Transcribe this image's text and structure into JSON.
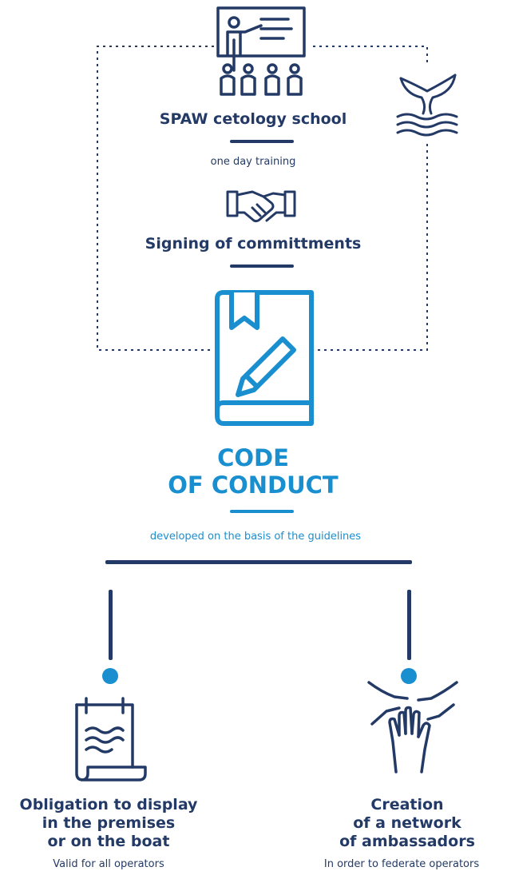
{
  "colors": {
    "navy": "#243a66",
    "accent_blue": "#1a8fd0",
    "background": "#ffffff"
  },
  "training": {
    "title": "SPAW cetology school",
    "subtitle": "one day training",
    "icon": "classroom-presentation-icon"
  },
  "whale": {
    "icon": "whale-tail-icon"
  },
  "commitments": {
    "title": "Signing of committments",
    "icon": "handshake-icon"
  },
  "code": {
    "title_line1": "CODE",
    "title_line2": "OF CONDUCT",
    "subtitle": "developed on the basis of the guidelines",
    "icon": "book-pencil-icon"
  },
  "left_branch": {
    "line1": "Obligation to display",
    "line2": "in the premises",
    "line3": "or on the boat",
    "note": "Valid for all operators",
    "icon": "scroll-document-icon"
  },
  "right_branch": {
    "line1": "Creation",
    "line2": "of a network",
    "line3": "of ambassadors",
    "note": "In order to federate operators",
    "icon": "stacked-hands-icon"
  }
}
